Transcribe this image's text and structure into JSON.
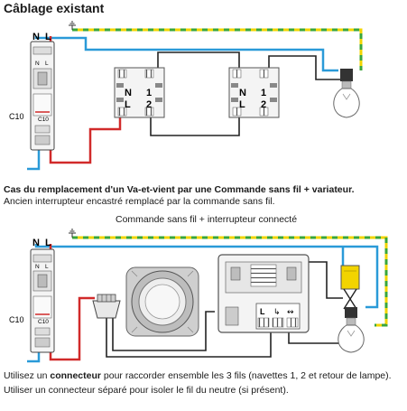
{
  "title": "Câblage existant",
  "diagram1": {
    "breaker_top_labels": [
      "N",
      "L"
    ],
    "breaker_small_labels": [
      "N",
      "L"
    ],
    "breaker_rating_outside": "C10",
    "breaker_rating_inside": "C10",
    "switch_labels": [
      "N",
      "1",
      "L",
      "2"
    ]
  },
  "case2": {
    "title": "Cas du remplacement d'un Va-et-vient par une Commande sans fil + variateur.",
    "subtitle": "Ancien interrupteur encastré remplacé par la commande sans fil."
  },
  "diagram2": {
    "caption": "Commande sans fil + interrupteur connecté",
    "breaker_top_labels": [
      "N",
      "L"
    ],
    "breaker_small_labels": [
      "N",
      "L"
    ],
    "breaker_rating_outside": "C10",
    "breaker_rating_inside": "C10",
    "module_terminals": [
      "L",
      "↳",
      "↭"
    ]
  },
  "notes": {
    "line1_before": "Utilisez un ",
    "line1_bold": "connecteur",
    "line1_after": " pour raccorder ensemble les 3 fils (navettes 1, 2 et retour de lampe).",
    "line2": "Utiliser un connecteur séparé pour isoler le fil du neutre (si présent)."
  },
  "colors": {
    "phase": "#d12a2a",
    "neutral": "#2a9ad8",
    "earth_yellow": "#f2d400",
    "earth_green": "#3aa63a",
    "traveller": "#222222"
  }
}
